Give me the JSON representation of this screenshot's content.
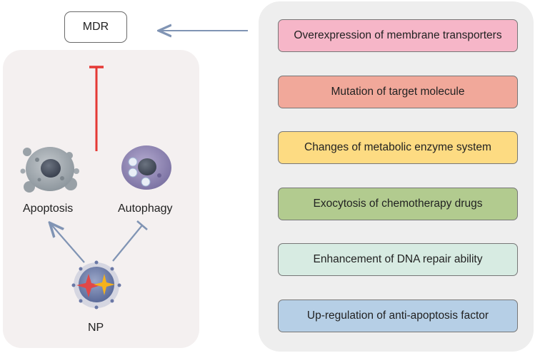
{
  "mdr_label": "MDR",
  "cells": {
    "apoptosis": "Apoptosis",
    "autophagy": "Autophagy",
    "np": "NP"
  },
  "factors": [
    {
      "text": "Overexpression of membrane transporters",
      "color": "#f6b6c8"
    },
    {
      "text": "Mutation of target molecule",
      "color": "#f1a89a"
    },
    {
      "text": "Changes of metabolic enzyme system",
      "color": "#fddb82"
    },
    {
      "text": "Exocytosis of chemotherapy drugs",
      "color": "#b2cb8f"
    },
    {
      "text": "Enhancement of DNA repair ability",
      "color": "#d7ebe2"
    },
    {
      "text": "Up-regulation of anti-apoptosis factor",
      "color": "#b6cfe6"
    }
  ],
  "colors": {
    "inhibition_red": "#e53935",
    "arrow_blue": "#8094b4"
  }
}
